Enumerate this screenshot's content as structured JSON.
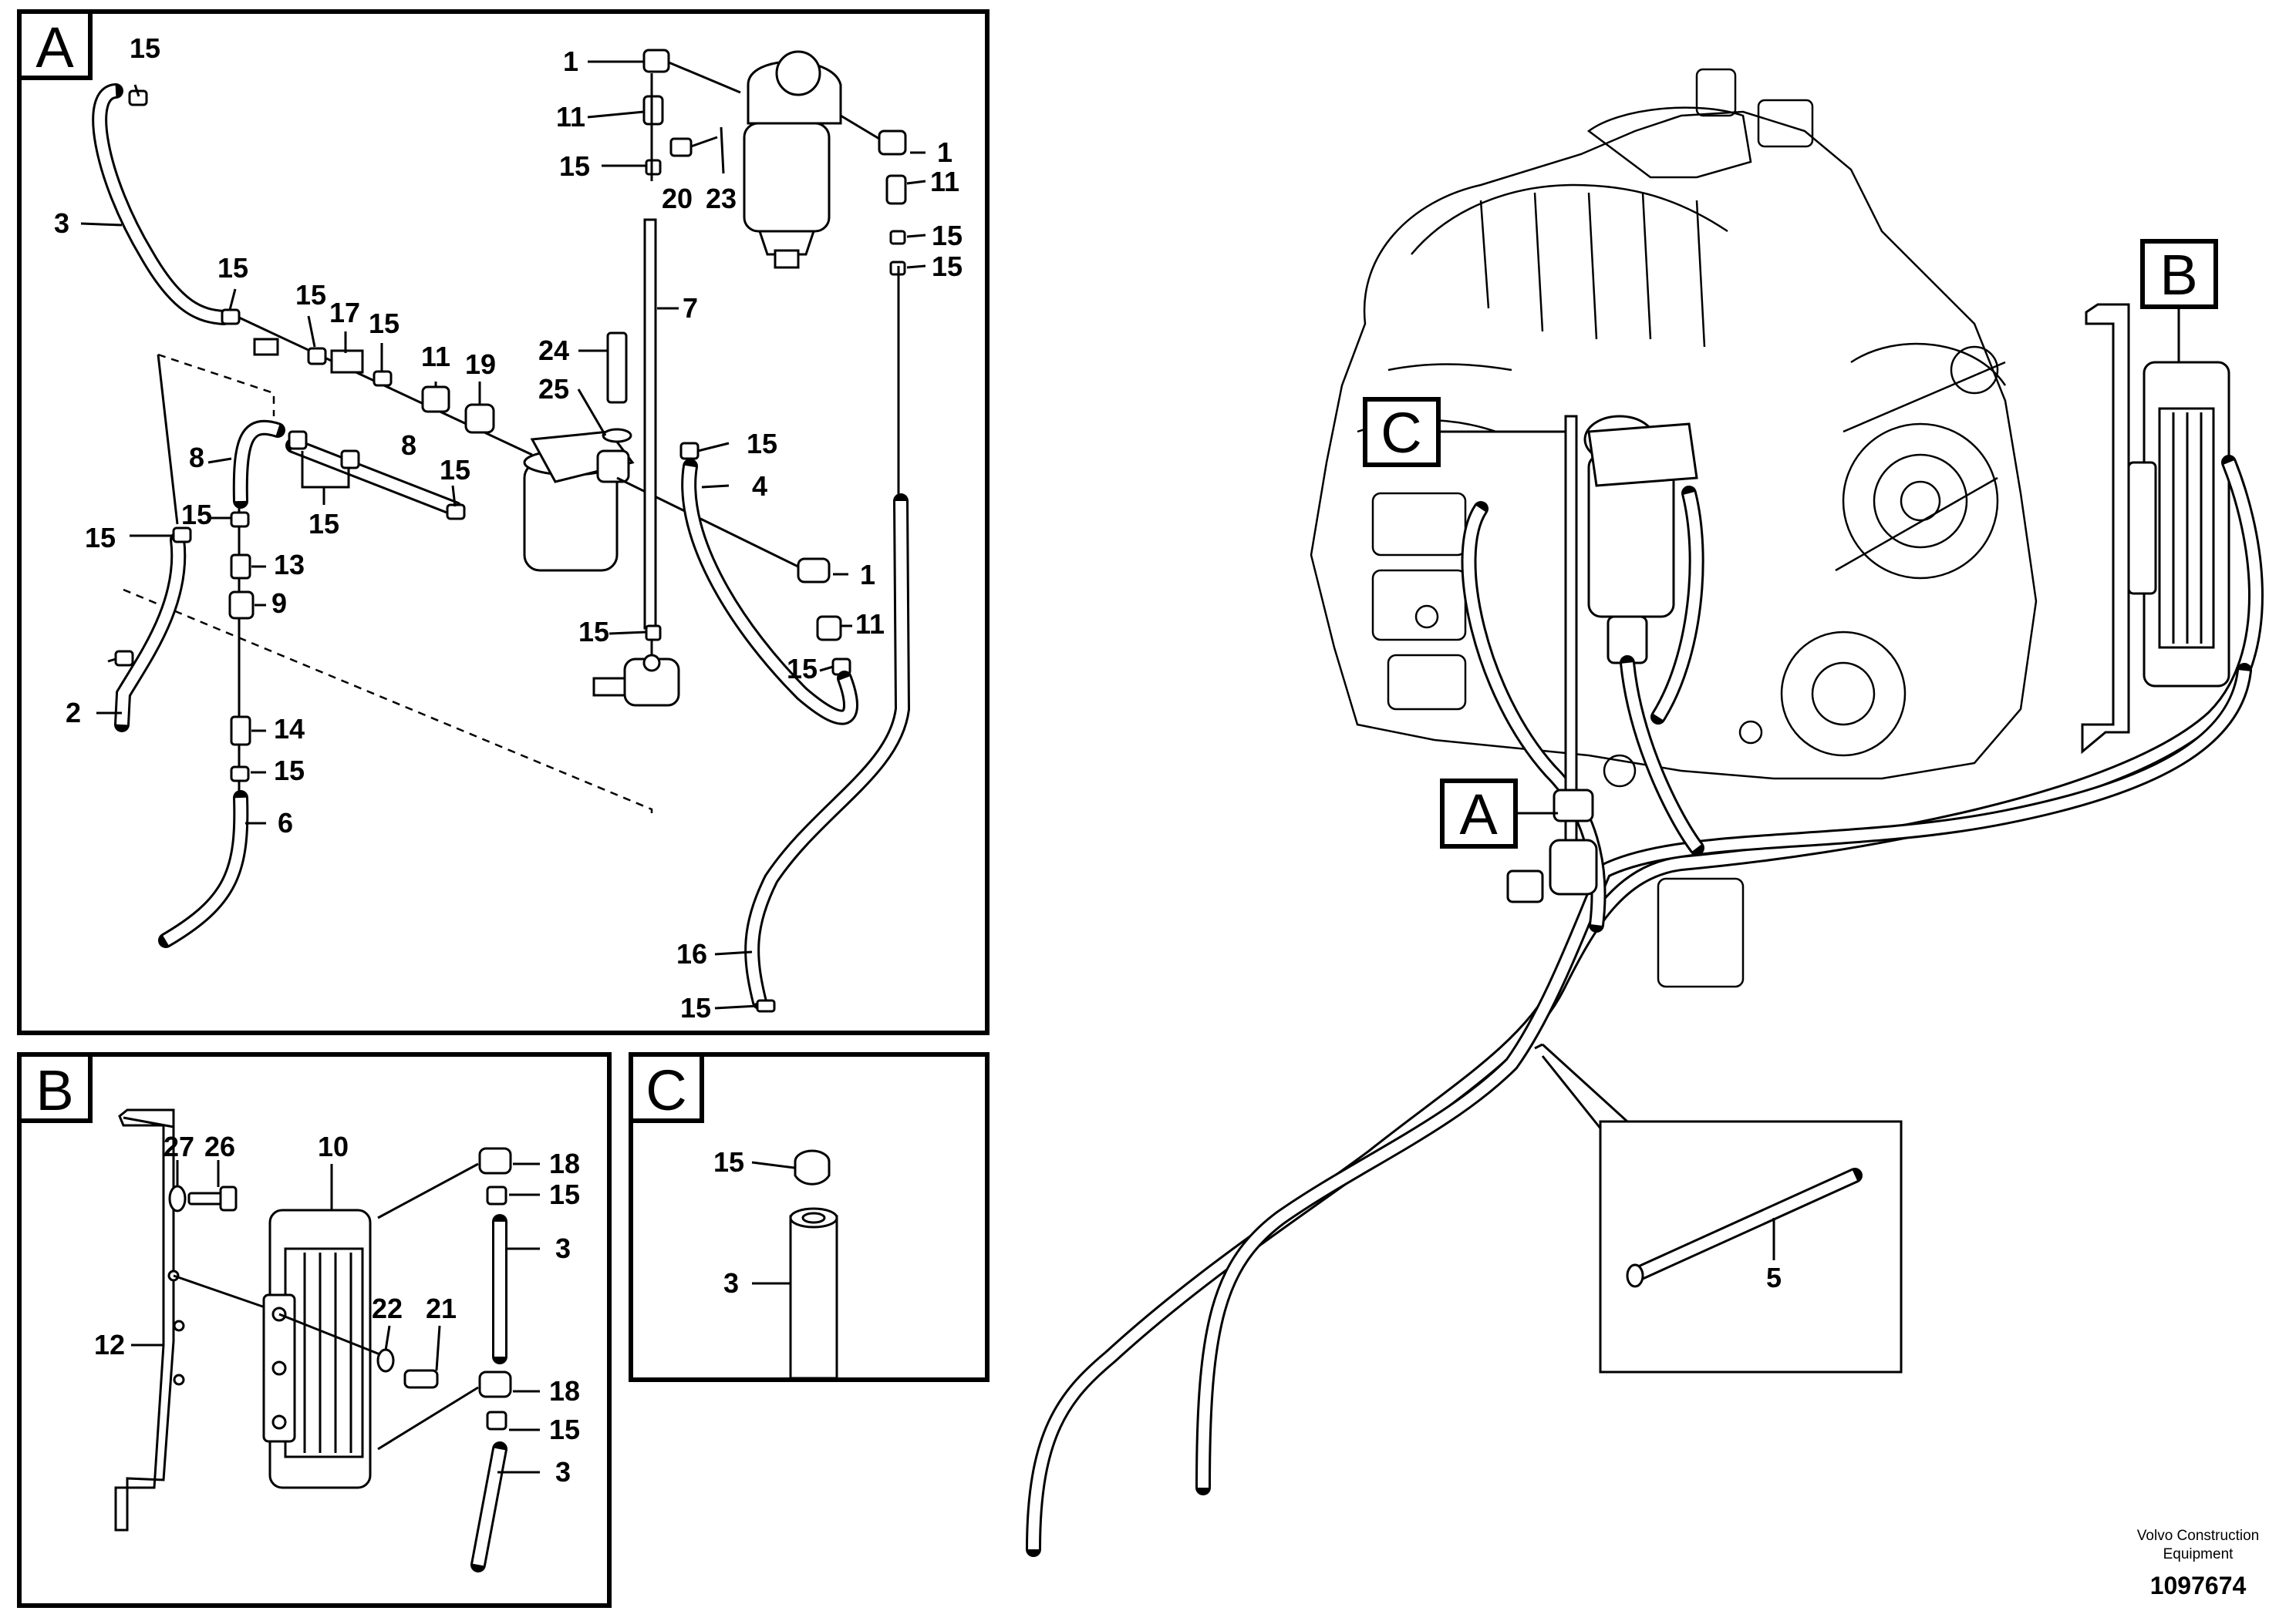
{
  "panels": {
    "a": "A",
    "b": "B",
    "c": "C"
  },
  "callouts": {
    "a": "A",
    "b": "B",
    "c": "C"
  },
  "labels_a": [
    "15",
    "3",
    "15",
    "15",
    "17",
    "15",
    "11",
    "19",
    "8",
    "8",
    "15",
    "15",
    "15",
    "13",
    "9",
    "15",
    "2",
    "14",
    "15",
    "6",
    "1",
    "11",
    "15",
    "20",
    "23",
    "1",
    "11",
    "15",
    "15",
    "7",
    "24",
    "25",
    "15",
    "4",
    "1",
    "15",
    "11",
    "15",
    "16",
    "15"
  ],
  "labels_b": [
    "27",
    "26",
    "10",
    "18",
    "15",
    "3",
    "12",
    "22",
    "21",
    "18",
    "15",
    "3"
  ],
  "labels_c": [
    "15",
    "3"
  ],
  "label_main_5": "5",
  "watermark": {
    "brand_line1": "Volvo Construction",
    "brand_line2": "Equipment",
    "figure_number": "1097674"
  }
}
